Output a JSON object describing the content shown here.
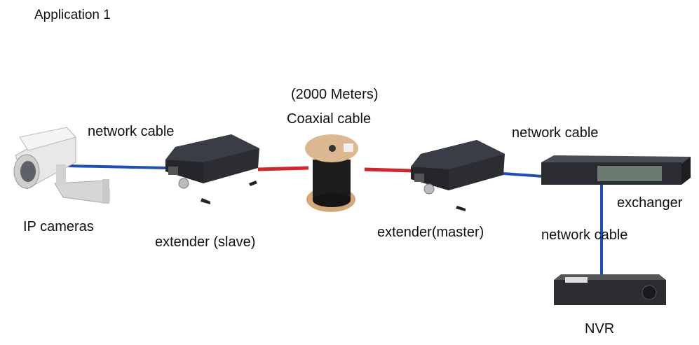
{
  "title": "Application 1",
  "labels": {
    "camera_cable": "network cable",
    "cameras": "IP cameras",
    "slave": "extender (slave)",
    "distance": "(2000 Meters)",
    "coax": "Coaxial cable",
    "master": "extender(master)",
    "switch_cable": "network cable",
    "switch": "exchanger",
    "nvr_cable": "network cable",
    "nvr": "NVR"
  },
  "colors": {
    "network_cable": "#1f4fb0",
    "coax_cable": "#d0262e",
    "device_body": "#2b2d33",
    "spool_wood": "#d9b48a"
  }
}
